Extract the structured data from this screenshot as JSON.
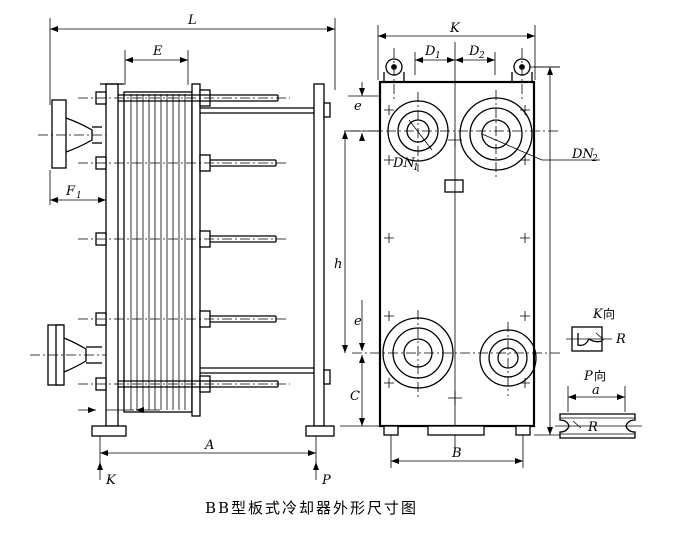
{
  "caption": "BB型板式冷却器外形尺寸图",
  "dimension_labels": {
    "L": "L",
    "E": "E",
    "F1_main": "F",
    "F1_sub": "1",
    "A": "A",
    "K_dim": "K",
    "D1_main": "D",
    "D1_sub": "1",
    "D2_main": "D",
    "D2_sub": "2",
    "DN1_main": "DN",
    "DN1_sub": "1",
    "DN2_main": "DN",
    "DN2_sub": "2",
    "e_top": "e",
    "e_bottom": "e",
    "h": "h",
    "C": "C",
    "B": "B",
    "R_k": "R",
    "R_p": "R",
    "a": "a"
  },
  "view_labels": {
    "k_arrow": "K",
    "p_arrow": "P",
    "k_view_main": "K",
    "k_view_suffix": "向",
    "p_view_main": "P",
    "p_view_suffix": "向"
  }
}
